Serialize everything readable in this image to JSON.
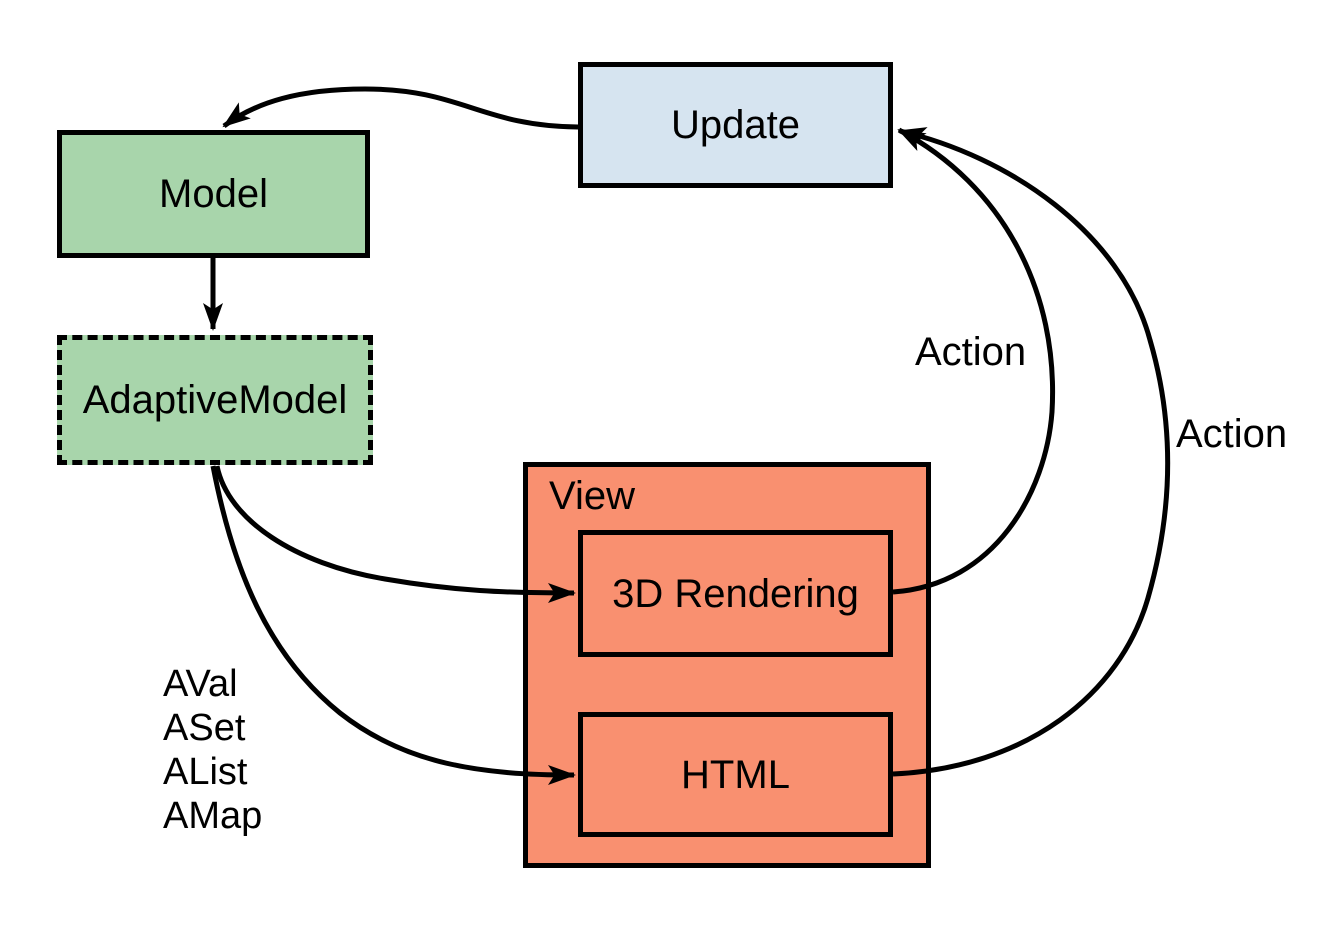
{
  "colors": {
    "background": "#ffffff",
    "stroke": "#000000",
    "node-green": "#a8d5ab",
    "node-blue": "#d6e4f0",
    "node-salmon": "#f99070"
  },
  "diagram": {
    "nodes": {
      "update": {
        "label": "Update",
        "fill": "#d6e4f0"
      },
      "model": {
        "label": "Model",
        "fill": "#a8d5ab"
      },
      "adaptive_model": {
        "label": "AdaptiveModel",
        "fill": "#a8d5ab",
        "border": "dashed"
      },
      "view": {
        "label": "View",
        "fill": "#f99070"
      },
      "rendering_3d": {
        "label": "3D Rendering",
        "fill": "#f99070"
      },
      "html": {
        "label": "HTML",
        "fill": "#f99070"
      }
    },
    "edges": {
      "model_to_adaptive_model": {
        "label": ""
      },
      "update_to_model": {
        "label": ""
      },
      "adaptive_model_to_rendering_3d": {
        "label": ""
      },
      "adaptive_model_to_html": {
        "label": ""
      },
      "rendering_3d_to_update": {
        "label": "Action"
      },
      "html_to_update": {
        "label": "Action"
      }
    },
    "edge_labels": {
      "adaptive_methods": [
        "AVal",
        "ASet",
        "AList",
        "AMap"
      ]
    }
  }
}
